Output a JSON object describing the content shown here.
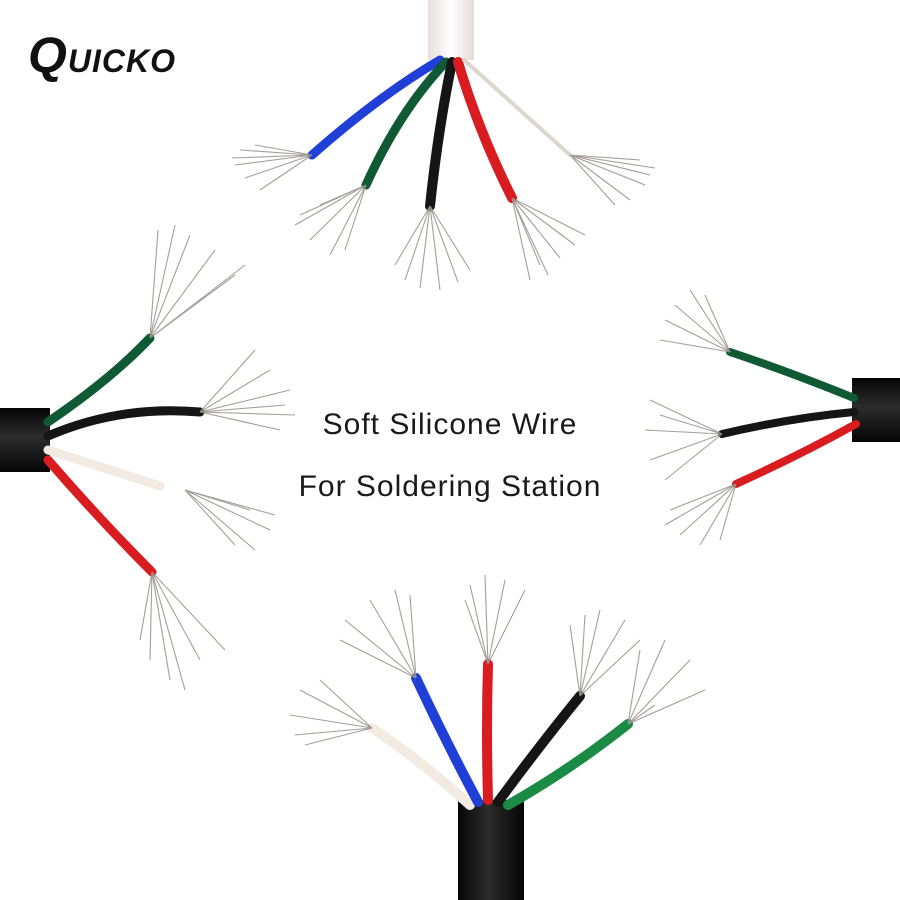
{
  "brand": {
    "logo_initial": "Q",
    "logo_rest": "UICKO",
    "logo_color": "#111111"
  },
  "caption": {
    "line1": "Soft Silicone Wire",
    "line2": "For Soldering Station"
  },
  "colors": {
    "background": "#ffffff",
    "cable_black": "#141414",
    "wire_blue": "#1f3fd6",
    "wire_green": "#0f5a34",
    "wire_black": "#151515",
    "wire_red": "#d81c20",
    "wire_white": "#f1ebe1",
    "copper_strands": "#9b958c"
  },
  "cables": {
    "top": {
      "wire_count": 5,
      "wires": [
        "blue",
        "green",
        "black",
        "red",
        "white"
      ]
    },
    "left": {
      "wire_count": 4,
      "wires": [
        "green",
        "black",
        "white",
        "red"
      ]
    },
    "right": {
      "wire_count": 3,
      "wires": [
        "green",
        "black",
        "red"
      ]
    },
    "bottom": {
      "wire_count": 5,
      "wires": [
        "white",
        "blue",
        "red",
        "black",
        "green"
      ]
    }
  }
}
